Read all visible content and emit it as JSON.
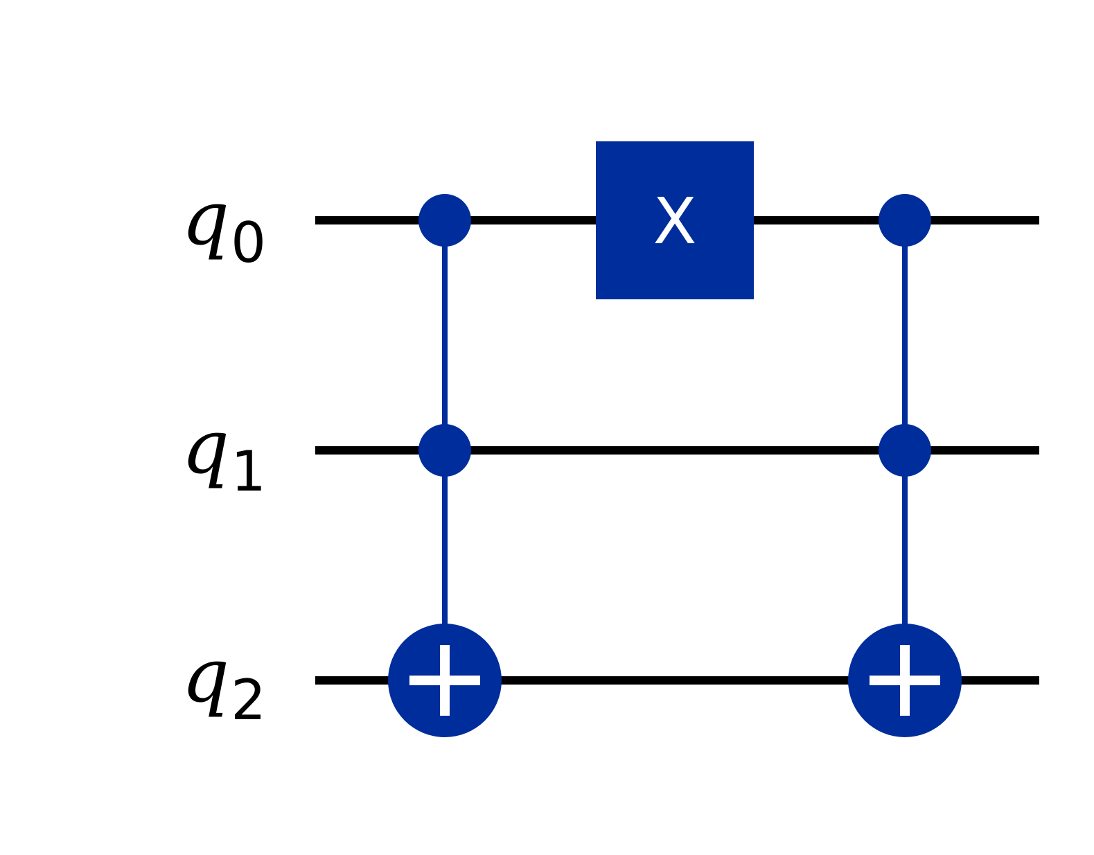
{
  "circuit": {
    "qubits": [
      {
        "letter": "q",
        "index": "0"
      },
      {
        "letter": "q",
        "index": "1"
      },
      {
        "letter": "q",
        "index": "2"
      }
    ],
    "gates": [
      {
        "type": "toffoli",
        "controls": [
          0,
          1
        ],
        "target": 2,
        "column": 0
      },
      {
        "type": "x",
        "label": "X",
        "qubit": 0,
        "column": 1
      },
      {
        "type": "toffoli",
        "controls": [
          0,
          1
        ],
        "target": 2,
        "column": 2
      }
    ],
    "colors": {
      "wire": "#000000",
      "gate": "#002d9c",
      "gate_text": "#ffffff",
      "background": "#ffffff"
    }
  }
}
